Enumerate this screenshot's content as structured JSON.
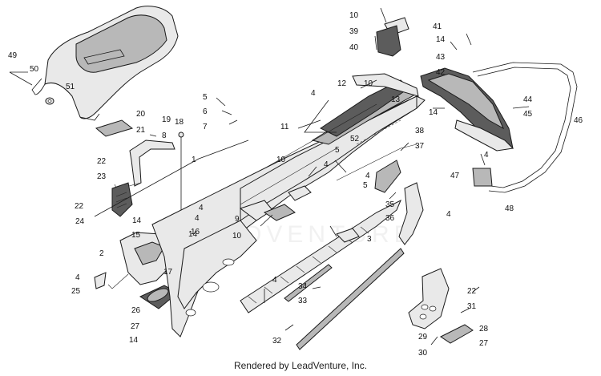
{
  "footer": "Rendered by LeadVenture, Inc.",
  "watermark": "LEADVENTURE",
  "seat_logo": "",
  "tunnel_logo": "",
  "callouts": [
    "1",
    "2",
    "3",
    "4",
    "4",
    "4",
    "4",
    "4",
    "4",
    "4",
    "4",
    "4",
    "5",
    "5",
    "5",
    "6",
    "7",
    "8",
    "9",
    "10",
    "10",
    "10",
    "10",
    "11",
    "12",
    "13",
    "14",
    "14",
    "14",
    "14",
    "14",
    "15",
    "16",
    "17",
    "18",
    "19",
    "20",
    "21",
    "22",
    "22",
    "22",
    "23",
    "24",
    "25",
    "26",
    "27",
    "27",
    "28",
    "29",
    "30",
    "31",
    "32",
    "33",
    "34",
    "35",
    "36",
    "37",
    "38",
    "39",
    "40",
    "41",
    "42",
    "43",
    "44",
    "45",
    "46",
    "47",
    "48",
    "49",
    "50",
    "51",
    "52"
  ]
}
